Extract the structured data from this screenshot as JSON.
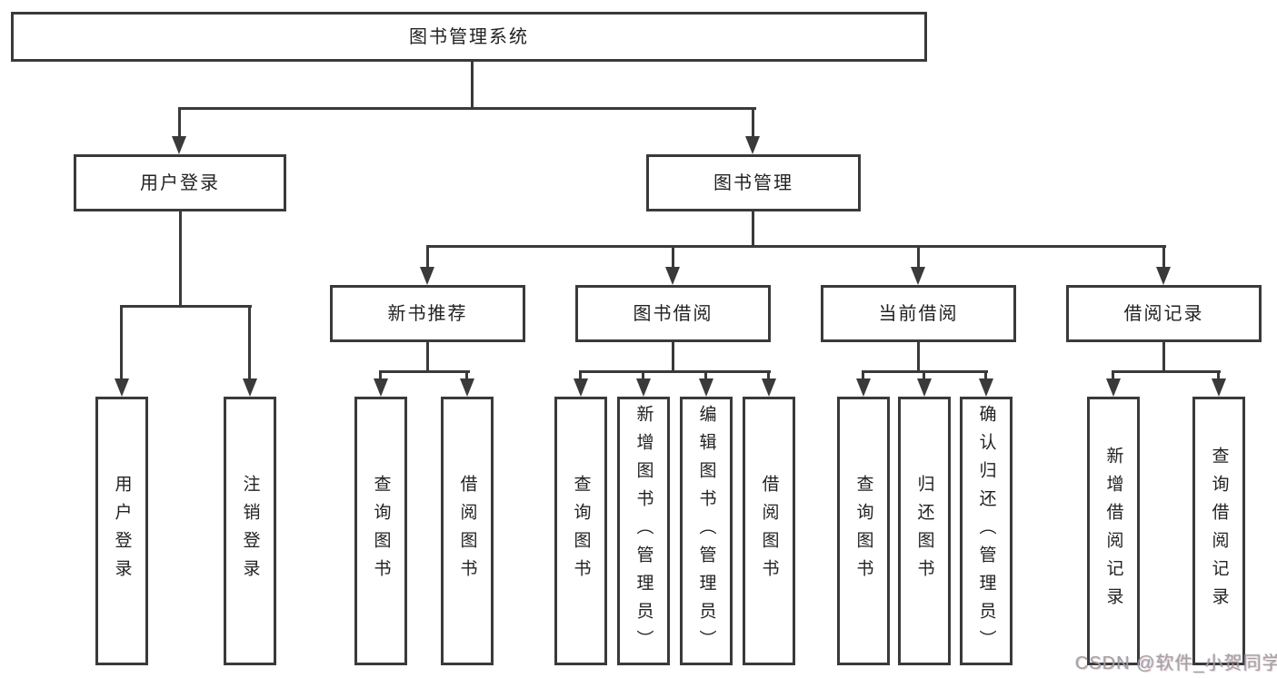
{
  "colors": {
    "line": "#3a3a3a",
    "box_border": "#3a3a3a",
    "box_fill": "#ffffff",
    "text": "#222222",
    "watermark_text": "#9e9e9e"
  },
  "nodes": {
    "root": {
      "label": "图书管理系统"
    },
    "userLogin": {
      "label": "用户登录"
    },
    "bookMgmt": {
      "label": "图书管理"
    },
    "newBookRec": {
      "label": "新书推荐"
    },
    "bookBorrow": {
      "label": "图书借阅"
    },
    "curBorrow": {
      "label": "当前借阅"
    },
    "borrowRec": {
      "label": "借阅记录"
    },
    "leafUserLogin": {
      "label": "用户登录"
    },
    "leafLogout": {
      "label": "注销登录"
    },
    "nbQuery": {
      "label": "查询图书"
    },
    "nbBorrow": {
      "label": "借阅图书"
    },
    "bbQuery": {
      "label": "查询图书"
    },
    "bbAdd": {
      "label": "新增图书（管理员）"
    },
    "bbEdit": {
      "label": "编辑图书（管理员）"
    },
    "bbBorrow": {
      "label": "借阅图书"
    },
    "cbQuery": {
      "label": "查询图书"
    },
    "cbReturn": {
      "label": "归还图书"
    },
    "cbConfirm": {
      "label": "确认归还（管理员）"
    },
    "brAdd": {
      "label": "新增借阅记录"
    },
    "brQuery": {
      "label": "查询借阅记录"
    }
  },
  "hierarchy": {
    "图书管理系统": {
      "用户登录": [
        "用户登录",
        "注销登录"
      ],
      "图书管理": {
        "新书推荐": [
          "查询图书",
          "借阅图书"
        ],
        "图书借阅": [
          "查询图书",
          "新增图书（管理员）",
          "编辑图书（管理员）",
          "借阅图书"
        ],
        "当前借阅": [
          "查询图书",
          "归还图书",
          "确认归还（管理员）"
        ],
        "借阅记录": [
          "新增借阅记录",
          "查询借阅记录"
        ]
      }
    }
  },
  "watermark": {
    "text": "CSDN @软件_小贺同学"
  }
}
